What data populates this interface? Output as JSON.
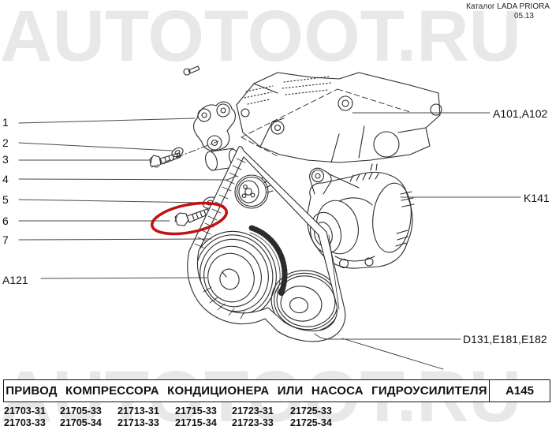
{
  "meta": {
    "catalog_title": "Каталог LADA PRIORA",
    "catalog_issue": "05.13"
  },
  "watermark": {
    "text": "AUTOTOOT.RU",
    "color": "#e8e8e8"
  },
  "diagram": {
    "highlight_color": "#c41111",
    "callouts": {
      "c1": "1",
      "c2": "2",
      "c3": "3",
      "c4": "4",
      "c5": "5",
      "c6": "6",
      "c7": "7",
      "a121": "A121",
      "a101": "A101,A102",
      "k141": "K141",
      "d131": "D131,E181,E182"
    }
  },
  "table": {
    "title": "ПРИВОД КОМПРЕССОРА КОНДИЦИОНЕРА ИЛИ НАСОСА ГИДРОУСИЛИТЕЛЯ",
    "code": "A145",
    "part_columns": [
      {
        "top": "21703-31",
        "bottom": "21703-33"
      },
      {
        "top": "21705-33",
        "bottom": "21705-34"
      },
      {
        "top": "21713-31",
        "bottom": "21713-33"
      },
      {
        "top": "21715-33",
        "bottom": "21715-34"
      },
      {
        "top": "21723-31",
        "bottom": "21723-33"
      },
      {
        "top": "21725-33",
        "bottom": "21725-34"
      }
    ]
  }
}
